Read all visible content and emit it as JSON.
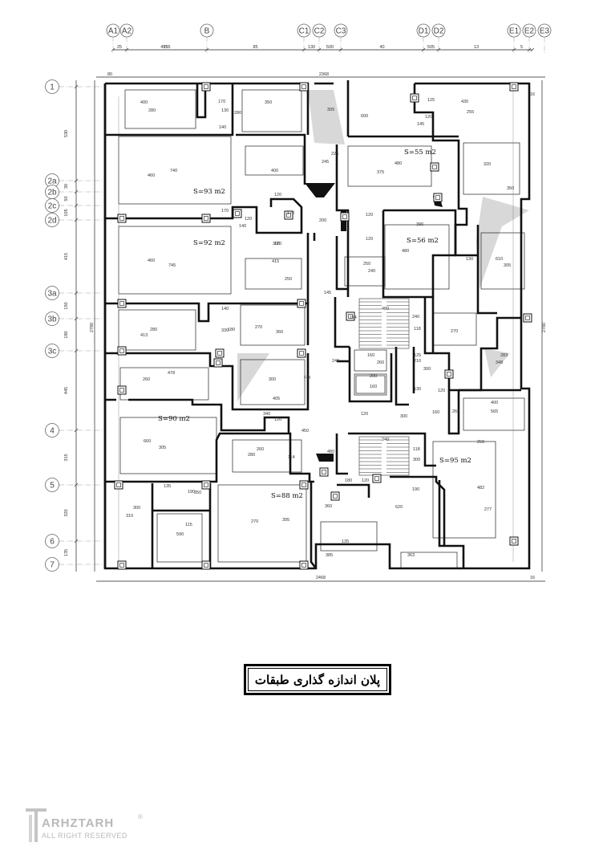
{
  "grid": {
    "columns": [
      "A1",
      "A2",
      "B",
      "C1",
      "C2",
      "C3",
      "D1",
      "D2",
      "E1",
      "E2",
      "E3"
    ],
    "rows": [
      "1",
      "2a",
      "2b",
      "2c",
      "2d",
      "3a",
      "3b",
      "3c",
      "4",
      "5",
      "6",
      "7"
    ]
  },
  "dimensions": {
    "top_segments": [
      "475",
      "555",
      "85",
      "130",
      "500",
      "40",
      "505",
      "13",
      "5"
    ],
    "top_small": "25",
    "overall_top": "2368",
    "top_offset": "80",
    "overall_bottom": "2468",
    "bottom_offset": "16",
    "right_offset": "16",
    "left_segments": [
      "530",
      "30",
      "50",
      "105",
      "415",
      "150",
      "180",
      "445",
      "315",
      "320",
      "135"
    ],
    "left_total": "2780",
    "right_total": "2780"
  },
  "areas": [
    {
      "label": "S=93  m2"
    },
    {
      "label": "S=92  m2"
    },
    {
      "label": "S=90  m2"
    },
    {
      "label": "S=88  m2"
    },
    {
      "label": "S=55  m2"
    },
    {
      "label": "S=56  m2"
    },
    {
      "label": "S=95  m2"
    }
  ],
  "room_dims": [
    "400",
    "280",
    "170",
    "130",
    "350",
    "280",
    "140",
    "305",
    "600",
    "125",
    "430",
    "255",
    "145",
    "120",
    "225",
    "245",
    "480",
    "375",
    "400",
    "740",
    "460",
    "320",
    "350",
    "120",
    "120",
    "200",
    "170",
    "140",
    "170",
    "120",
    "390",
    "480",
    "120",
    "120",
    "415",
    "250",
    "240",
    "250",
    "460",
    "745",
    "300",
    "130",
    "610",
    "305",
    "145",
    "114",
    "480",
    "118",
    "240",
    "270",
    "140",
    "413",
    "280",
    "330",
    "180",
    "360",
    "270",
    "240",
    "160",
    "125",
    "210",
    "260",
    "300",
    "200",
    "160",
    "130",
    "120",
    "283",
    "348",
    "478",
    "260",
    "300",
    "405",
    "FIX",
    "340",
    "120",
    "120",
    "300",
    "160",
    "260",
    "400",
    "565",
    "250",
    "450",
    "660",
    "305",
    "260",
    "280",
    "114",
    "480",
    "240",
    "118",
    "300",
    "190",
    "120",
    "180",
    "135",
    "190",
    "350",
    "620",
    "482",
    "277",
    "300",
    "310",
    "590",
    "115",
    "270",
    "395",
    "360",
    "135",
    "385",
    "363"
  ],
  "title": "پلان اندازه گذاری طبقات",
  "logo": {
    "brand": "ARHZTARH",
    "sub": "ALL RIGHT RESERVED",
    "reg": "®"
  },
  "colors": {
    "ink": "#111111",
    "grid": "#999999",
    "hatch": "#d8d8d8",
    "logo": "#b9b9b9"
  }
}
